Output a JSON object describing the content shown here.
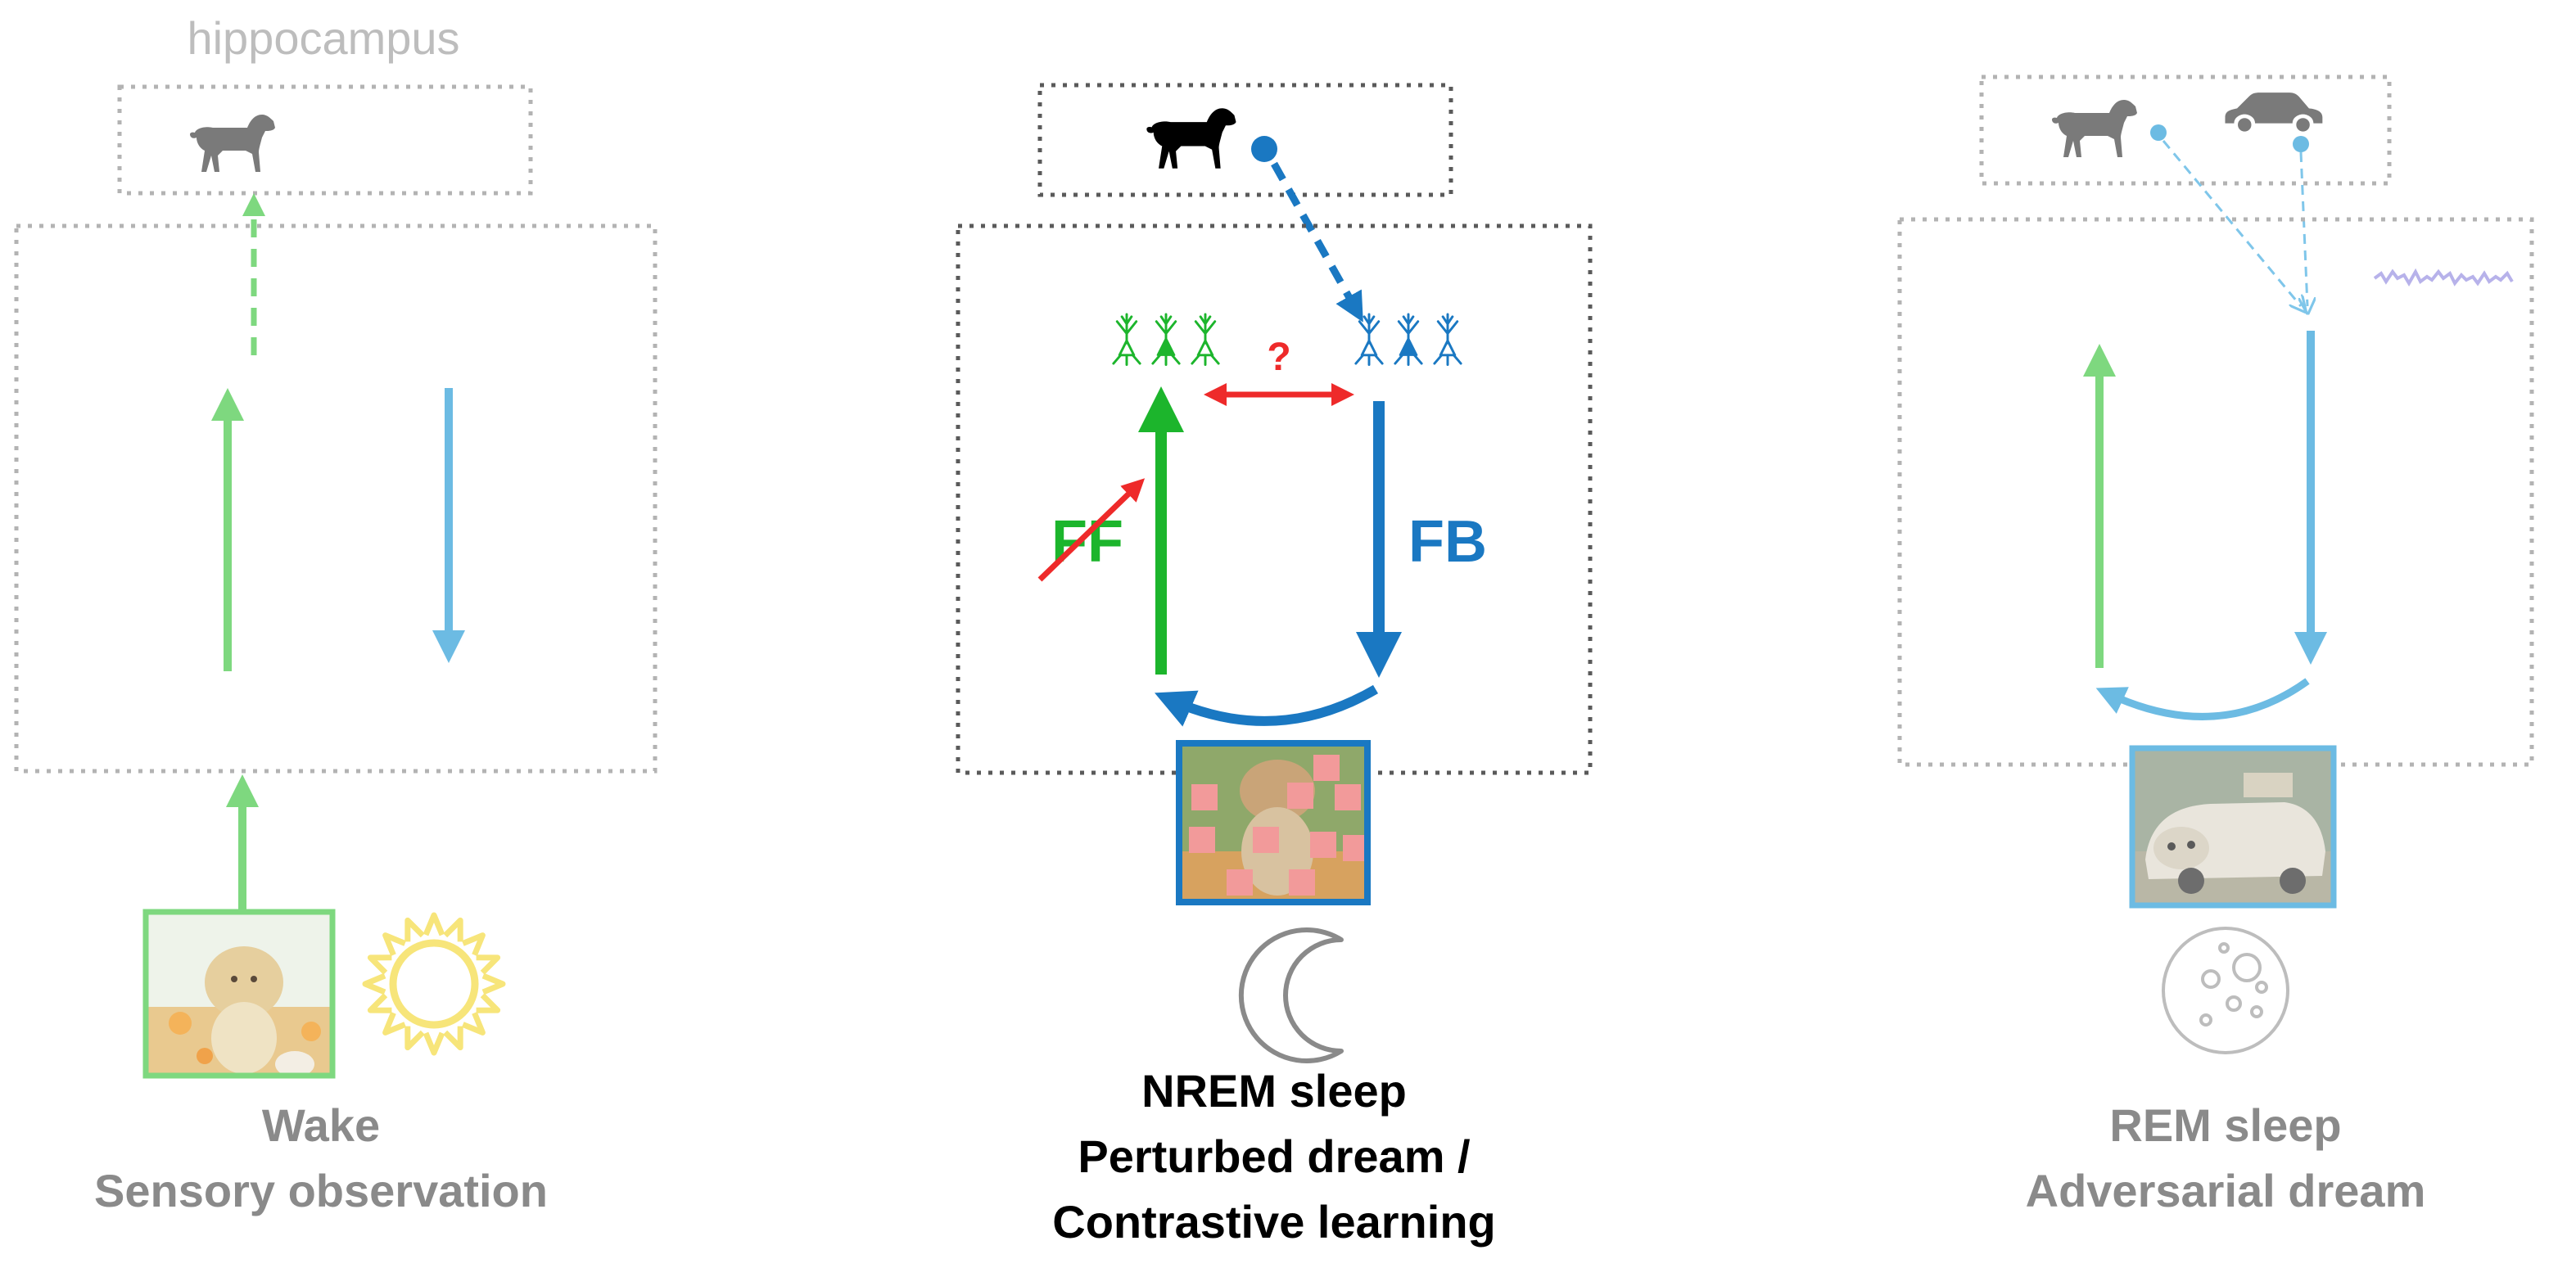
{
  "labels": {
    "hippocampus": "hippocampus",
    "ff": "FF",
    "fb": "FB",
    "question": "?"
  },
  "panels": [
    {
      "id": "wake",
      "line1": "Wake",
      "line2": "Sensory observation",
      "icon": "sun-icon"
    },
    {
      "id": "nrem",
      "line1": "NREM sleep",
      "line2": "Perturbed dream /",
      "line3": "Contrastive learning",
      "icon": "moon-icon"
    },
    {
      "id": "rem",
      "line1": "REM sleep",
      "line2": "Adversarial dream",
      "icon": "crater-moon-icon"
    }
  ],
  "colors": {
    "ff_green": "#1cb52c",
    "ff_green_faded": "#7ed87f",
    "fb_blue": "#1a78c2",
    "fb_blue_faded": "#6cbbe3",
    "perturb_red": "#ee2a2a",
    "box_dotted": "#9a9a9a",
    "label_grey": "#8a8a8a"
  }
}
